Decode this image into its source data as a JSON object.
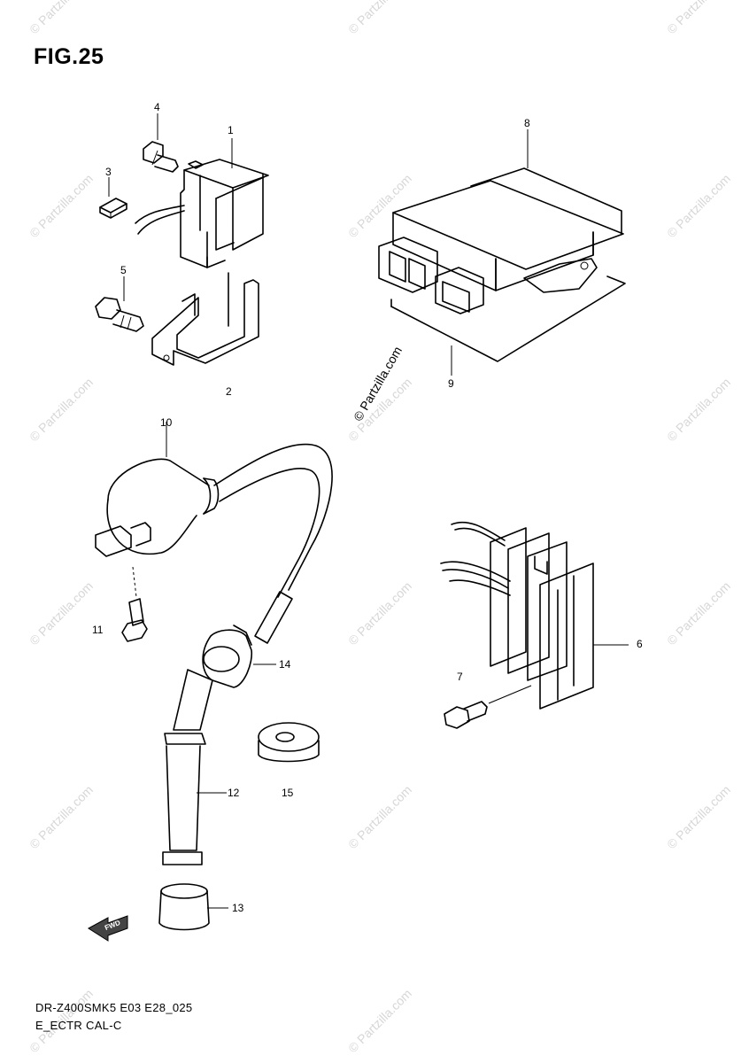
{
  "figure": {
    "title": "FIG.25"
  },
  "callouts": [
    {
      "id": "1",
      "label": "1"
    },
    {
      "id": "2",
      "label": "2"
    },
    {
      "id": "3",
      "label": "3"
    },
    {
      "id": "4",
      "label": "4"
    },
    {
      "id": "5",
      "label": "5"
    },
    {
      "id": "6",
      "label": "6"
    },
    {
      "id": "7",
      "label": "7"
    },
    {
      "id": "8",
      "label": "8"
    },
    {
      "id": "9",
      "label": "9"
    },
    {
      "id": "10",
      "label": "10"
    },
    {
      "id": "11",
      "label": "11"
    },
    {
      "id": "12",
      "label": "12"
    },
    {
      "id": "13",
      "label": "13"
    },
    {
      "id": "14",
      "label": "14"
    },
    {
      "id": "15",
      "label": "15"
    }
  ],
  "watermark": {
    "text": "© Partzilla.com"
  },
  "footer": {
    "model_code": "DR-Z400SMK5 E03 E28_025",
    "section": "E_ECTR CAL-C"
  },
  "front_arrow": {
    "label": "FWD"
  }
}
